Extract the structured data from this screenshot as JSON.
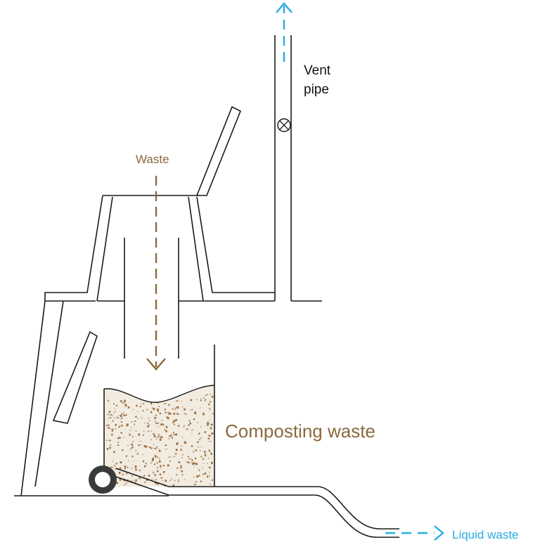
{
  "labels": {
    "waste": "Waste",
    "vent_line1": "Vent",
    "vent_line2": "pipe",
    "composting_waste": "Composting waste",
    "liquid_waste": "Liquid waste"
  },
  "colors": {
    "line": "#1a1a1a",
    "waste_arrow": "#8a6a3e",
    "flow_arrow": "#29abe2",
    "compost_fill": "#f1ebe0",
    "compost_speck": "#9a6b3a",
    "wheel": "#3a3a3a"
  },
  "icons": {
    "vent_valve": "circle-cross-icon",
    "vent_flow": "arrow-up-icon",
    "waste_flow": "arrow-down-icon",
    "liquid_flow": "arrow-right-icon",
    "wheel": "wheel-icon"
  }
}
